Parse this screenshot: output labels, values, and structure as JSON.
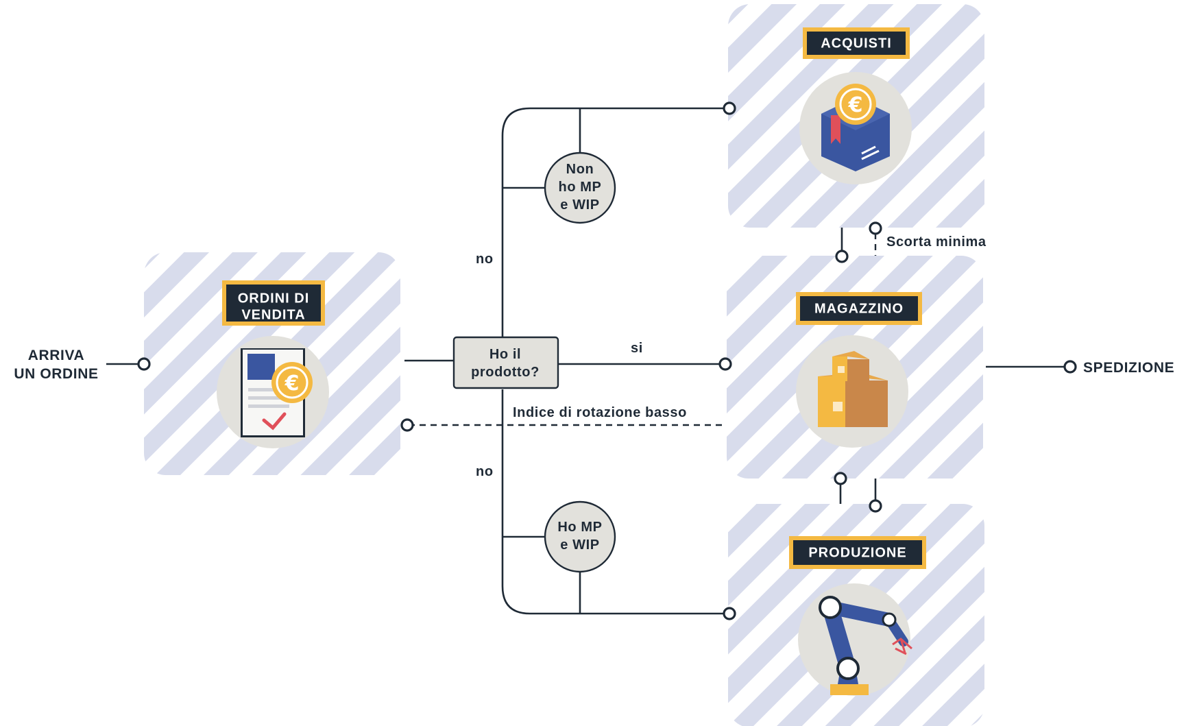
{
  "colors": {
    "ink": "#1f2a36",
    "stripe_light": "#d8dcec",
    "tag_border": "#f4b942",
    "tag_fill": "#1f2a36",
    "circle_bg": "#e2e1dc",
    "blue": "#3a56a0",
    "gold": "#f4b942",
    "red": "#e0505a"
  },
  "start": {
    "line1": "ARRIVA",
    "line2": "UN ORDINE"
  },
  "end": {
    "label": "SPEDIZIONE"
  },
  "boxes": {
    "ordini": {
      "line1": "ORDINI DI",
      "line2": "VENDITA",
      "icon": "invoice-euro-icon"
    },
    "acquisti": {
      "label": "ACQUISTI",
      "icon": "box-euro-icon"
    },
    "magazzino": {
      "label": "MAGAZZINO",
      "icon": "boxes-icon"
    },
    "produzione": {
      "label": "PRODUZIONE",
      "icon": "robot-arm-icon"
    }
  },
  "decision": {
    "line1": "Ho il",
    "line2": "prodotto?"
  },
  "conditions": {
    "non_ho": {
      "line1": "Non",
      "line2": "ho MP",
      "line3": "e WIP"
    },
    "ho": {
      "line1": "Ho MP",
      "line2": "e WIP"
    }
  },
  "edges": {
    "no_top": "no",
    "no_bottom": "no",
    "si": "si",
    "rotazione": "Indice di rotazione basso",
    "scorta": "Scorta minima"
  }
}
